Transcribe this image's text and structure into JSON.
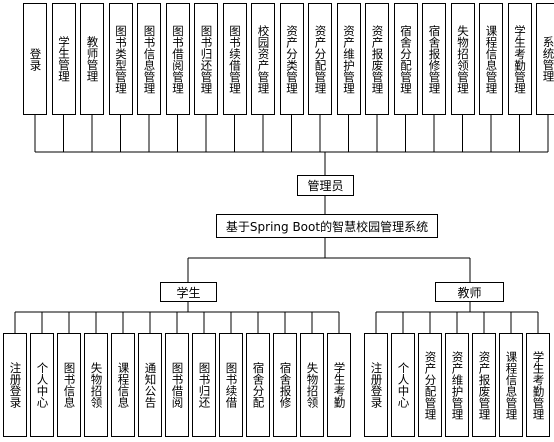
{
  "root": {
    "label": "基于Spring Boot的智慧校园管理系统"
  },
  "admin": {
    "label": "管理员",
    "items": [
      "登录",
      "学生管理",
      "教师管理",
      "图书类型管理",
      "图书信息管理",
      "图书借阅管理",
      "图书归还管理",
      "图书续借管理",
      "校园资产管理",
      "资产分类管理",
      "资产分配管理",
      "资产维护管理",
      "资产报废管理",
      "宿舍分配管理",
      "宿舍报修管理",
      "失物招领管理",
      "课程信息管理",
      "学生考勤管理",
      "系统管理"
    ]
  },
  "student": {
    "label": "学生",
    "items": [
      "注册登录",
      "个人中心",
      "图书信息",
      "失物招领",
      "课程信息",
      "通知公告",
      "图书借阅",
      "图书归还",
      "图书续借",
      "宿舍分配",
      "宿舍报修",
      "失物招领",
      "学生考勤"
    ]
  },
  "teacher": {
    "label": "教师",
    "items": [
      "注册登录",
      "个人中心",
      "资产分配管理",
      "资产维护管理",
      "资产报废管理",
      "课程信息管理",
      "学生考勤管理"
    ]
  }
}
